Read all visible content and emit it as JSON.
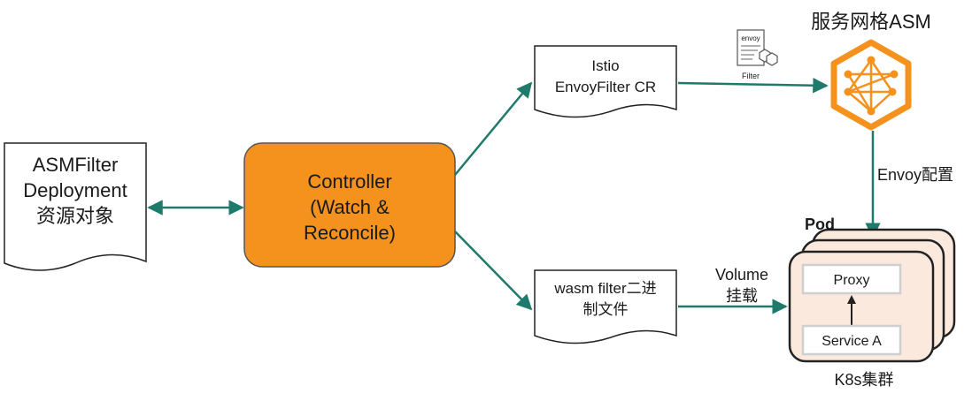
{
  "asmfilter_doc": {
    "line1": "ASMFilter",
    "line2": "Deployment",
    "line3": "资源对象"
  },
  "controller": {
    "line1": "Controller",
    "line2": "(Watch &",
    "line3": "Reconcile)"
  },
  "istio_doc": {
    "line1": "Istio",
    "line2": "EnvoyFilter CR"
  },
  "wasm_doc": {
    "line1": "wasm filter二进",
    "line2": "制文件"
  },
  "envoy_filter_icon": {
    "top_label": "envoy",
    "bottom_label": "Filter"
  },
  "asm": {
    "title": "服务网格ASM",
    "icon": "service-mesh-hexagon-icon"
  },
  "envoy_config_label": "Envoy配置",
  "volume_label": {
    "line1": "Volume",
    "line2": "挂载"
  },
  "pod": {
    "label": "Pod",
    "proxy": "Proxy",
    "service": "Service A"
  },
  "cluster_label": "K8s集群",
  "colors": {
    "arrow": "#1e7a6a",
    "controller_fill": "#f5921e",
    "asm_orange": "#f5921e",
    "pod_fill": "#fbe9dd"
  }
}
